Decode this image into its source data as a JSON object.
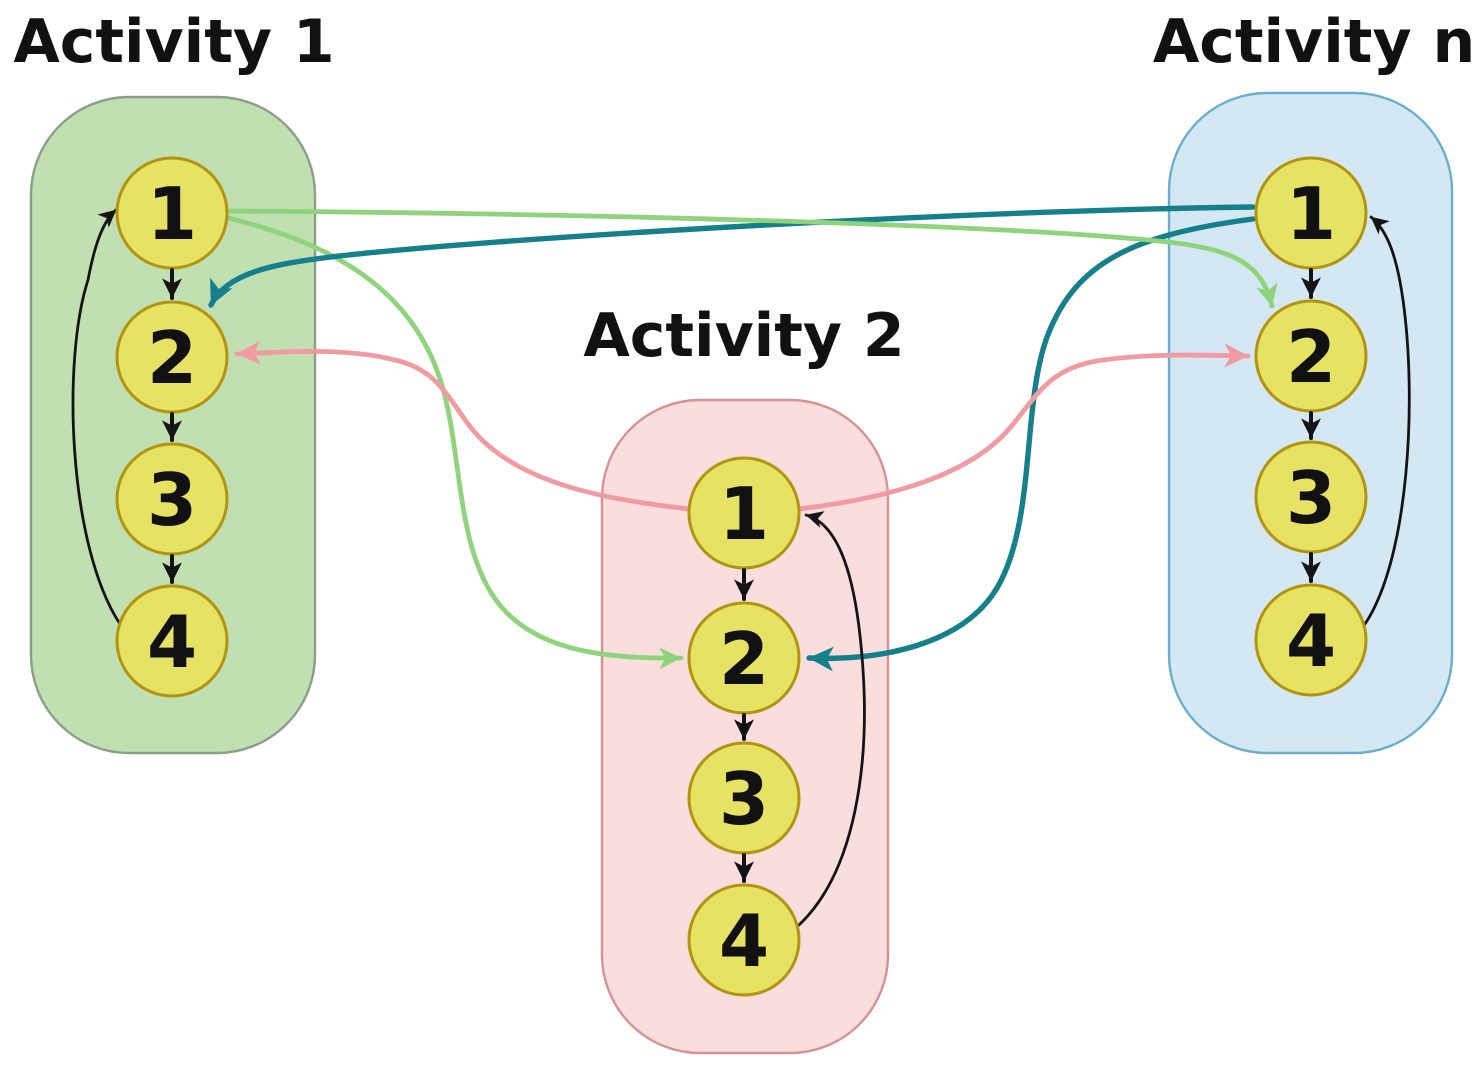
{
  "diagram": {
    "activities": [
      {
        "title": "Activity 1",
        "nodes": [
          "1",
          "2",
          "3",
          "4"
        ]
      },
      {
        "title": "Activity 2",
        "nodes": [
          "1",
          "2",
          "3",
          "4"
        ]
      },
      {
        "title": "Activity n",
        "nodes": [
          "1",
          "2",
          "3",
          "4"
        ]
      }
    ],
    "edges": {
      "internal_flow": "1 → 2 → 3 → 4",
      "internal_feedback": "4 → 1",
      "cross_links": [
        {
          "from": "Activity 1 node 1",
          "to": "Activity 2 node 2",
          "color_role": "green"
        },
        {
          "from": "Activity 1 node 1",
          "to": "Activity n node 2",
          "color_role": "green"
        },
        {
          "from": "Activity 2 node 1",
          "to": "Activity 1 node 2",
          "color_role": "pink"
        },
        {
          "from": "Activity 2 node 1",
          "to": "Activity n node 2",
          "color_role": "pink"
        },
        {
          "from": "Activity n node 1",
          "to": "Activity 1 node 2",
          "color_role": "teal"
        },
        {
          "from": "Activity n node 1",
          "to": "Activity 2 node 2",
          "color_role": "teal"
        }
      ]
    }
  },
  "colors": {
    "background": "#ffffff",
    "text": "#111111",
    "activity1_fill": "#c1e0b1",
    "activity1_stroke": "#8a9e8a",
    "activity2_fill": "#fadede",
    "activity2_stroke": "#d89191",
    "activityn_fill": "#d4e8f4",
    "activityn_stroke": "#6aaecf",
    "node_fill": "#e5e264",
    "node_stroke": "#b29410",
    "edge_black": "#141414",
    "edge_green": "#8fd47c",
    "edge_teal": "#15808c",
    "edge_pink": "#f09aa1"
  }
}
